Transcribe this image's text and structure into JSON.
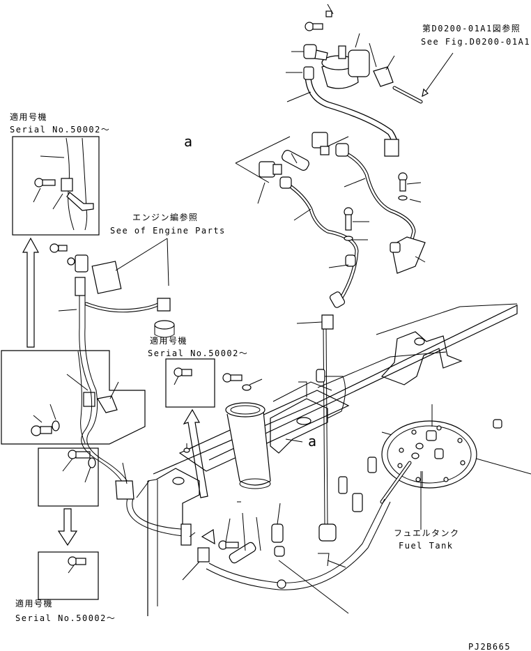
{
  "labels": {
    "ref_fig_jp": "第D0200-01A1図参照",
    "ref_fig_en": "See Fig.D0200-01A1",
    "serial_jp": "適用号機",
    "serial_en": "Serial No.50002～",
    "engine_jp": "エンジン編参照",
    "engine_en": "See of Engine Parts",
    "fuel_tank_jp": "フュエルタンク",
    "fuel_tank_en": "Fuel Tank",
    "marker_a": "a",
    "code": "PJ2B665"
  }
}
